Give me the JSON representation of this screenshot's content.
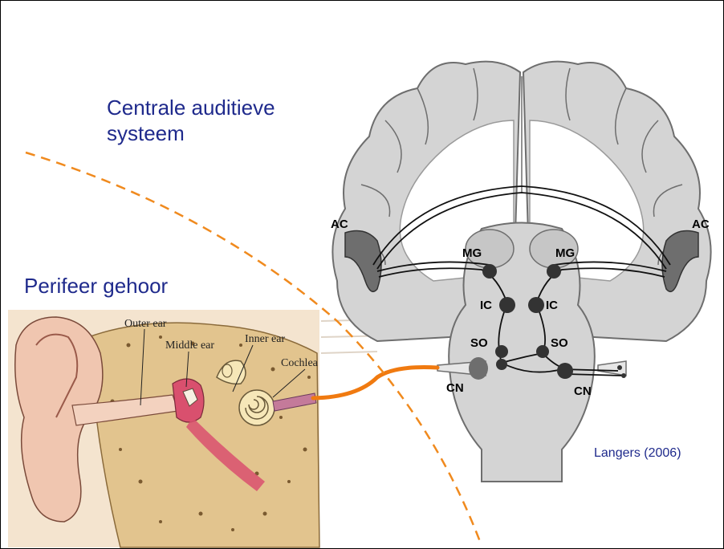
{
  "titles": {
    "central_line1": "Centrale auditieve",
    "central_line2": "systeem",
    "peripheral": "Perifeer gehoor"
  },
  "citation": "Langers (2006)",
  "brain_labels": {
    "ac_left": "AC",
    "ac_right": "AC",
    "mg_left": "MG",
    "mg_right": "MG",
    "ic_left": "IC",
    "ic_right": "IC",
    "so_left": "SO",
    "so_right": "SO",
    "cn_left": "CN",
    "cn_right": "CN"
  },
  "ear_labels": {
    "outer": "Outer ear",
    "middle": "Middle ear",
    "inner": "Inner ear",
    "cochlea": "Cochlea"
  },
  "colors": {
    "heading": "#1f2a8c",
    "divider": "#f08a1e",
    "connector": "#f07a10",
    "brain_light": "#d4d4d4",
    "brain_dark": "#6e6e6e",
    "ear_skin": "#f0c6b0",
    "ear_bone": "#e2c48e",
    "ear_red": "#d9506e"
  }
}
